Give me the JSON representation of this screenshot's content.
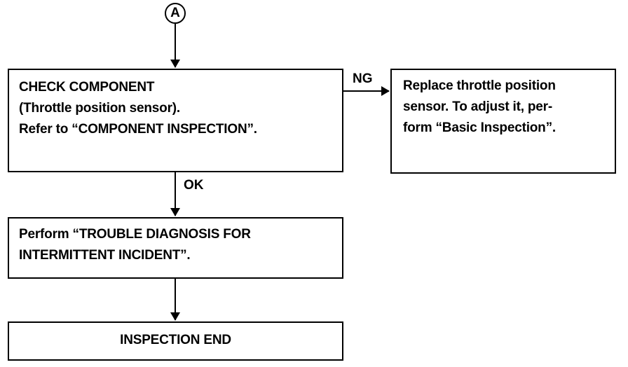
{
  "connector": {
    "label": "A"
  },
  "check_component_box": {
    "line1": "CHECK COMPONENT",
    "line2": "(Throttle position sensor).",
    "line3": "Refer to “COMPONENT INSPECTION”."
  },
  "replace_box": {
    "line1": "Replace throttle position",
    "line2": "sensor. To adjust it, per-",
    "line3": "form “Basic Inspection”."
  },
  "trouble_box": {
    "line1": "Perform “TROUBLE DIAGNOSIS FOR",
    "line2": "INTERMITTENT INCIDENT”."
  },
  "end_box": {
    "label": "INSPECTION END"
  },
  "edge_labels": {
    "ng": "NG",
    "ok": "OK"
  }
}
